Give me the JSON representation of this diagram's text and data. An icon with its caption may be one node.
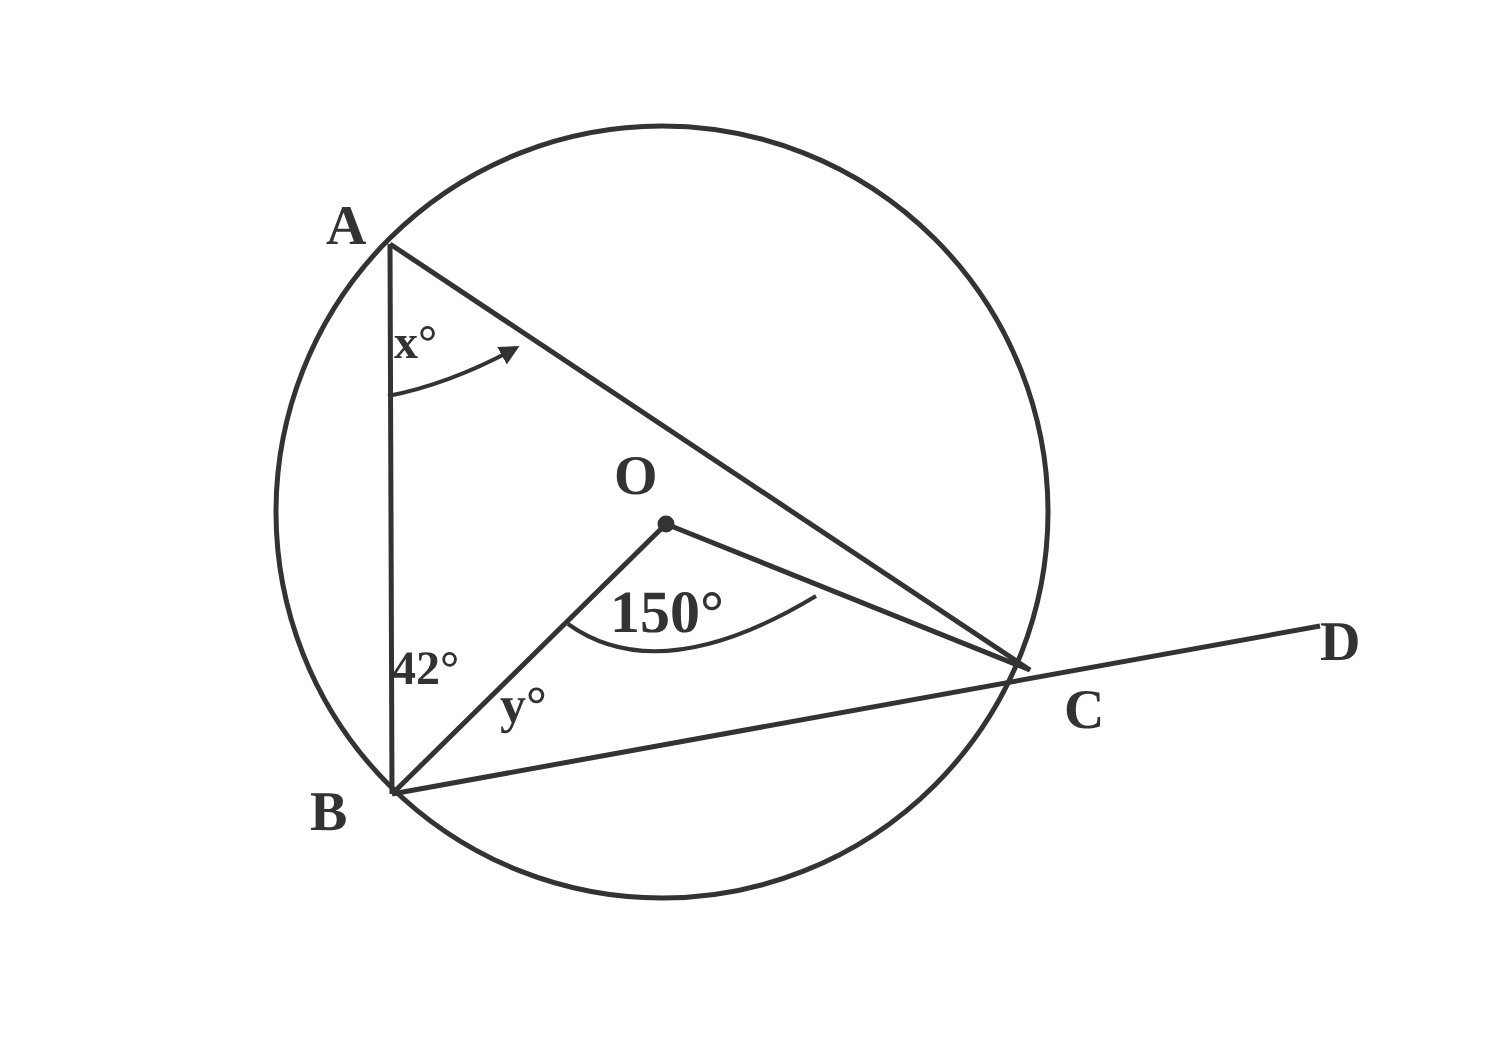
{
  "diagram": {
    "labels": [
      "A",
      "x°",
      "O",
      "150°",
      "42°",
      "y°",
      "B",
      "C",
      "D"
    ]
  }
}
